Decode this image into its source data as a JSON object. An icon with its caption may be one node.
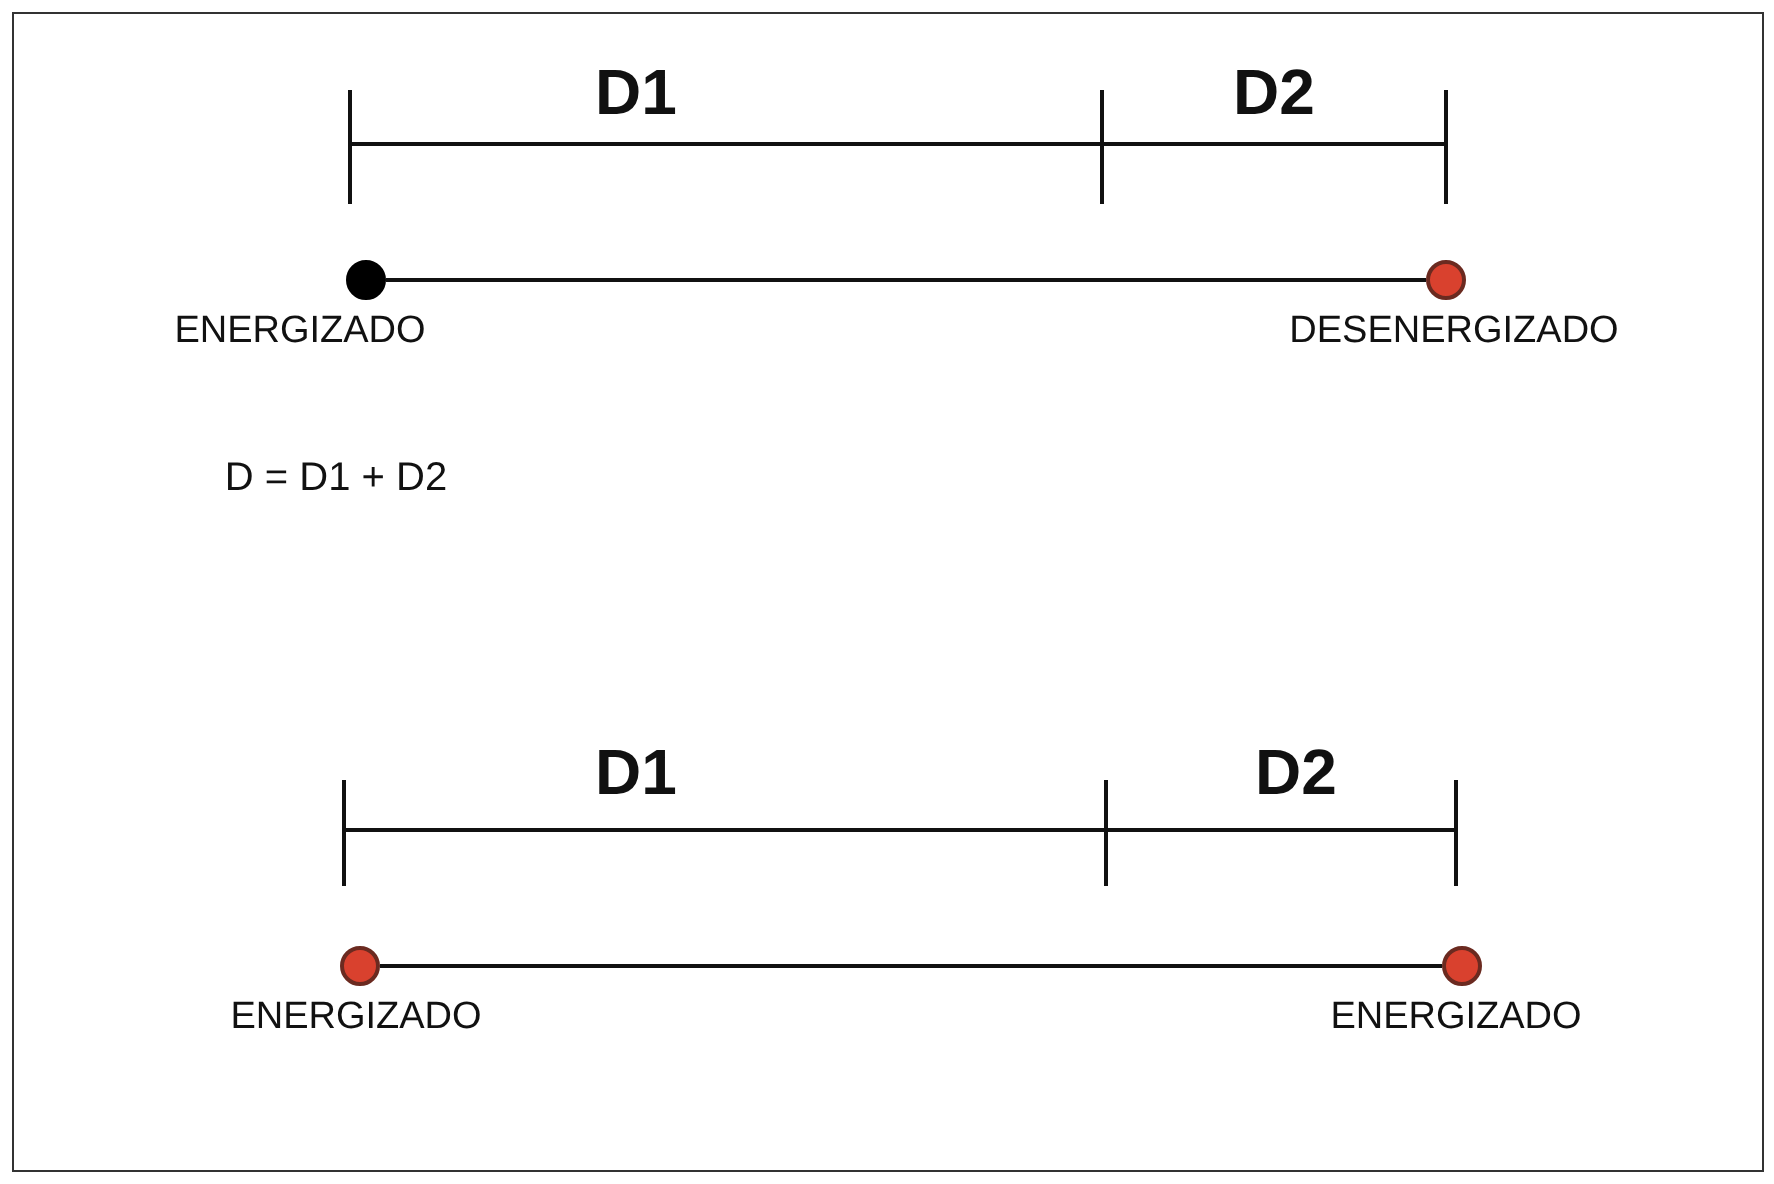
{
  "diagram": {
    "nodes": [
      {
        "text": [],
        "shape": "circle",
        "beside": [
          "ENERGIZADO"
        ]
      },
      {
        "text": [],
        "shape": "circle",
        "beside": [
          "DESENERGIZADO"
        ]
      },
      {
        "text": [],
        "shape": "circle",
        "beside": [
          "ENERGIZADO"
        ]
      },
      {
        "text": [],
        "shape": "circle",
        "beside": [
          "ENERGIZADO"
        ]
      }
    ],
    "edges": [
      {
        "from": 0,
        "to": 1,
        "arrow": "none"
      },
      {
        "from": 2,
        "to": 3,
        "arrow": "none"
      }
    ],
    "labels": [
      "D1",
      "D2",
      "D = D1 + D2",
      "D1",
      "D2"
    ]
  }
}
